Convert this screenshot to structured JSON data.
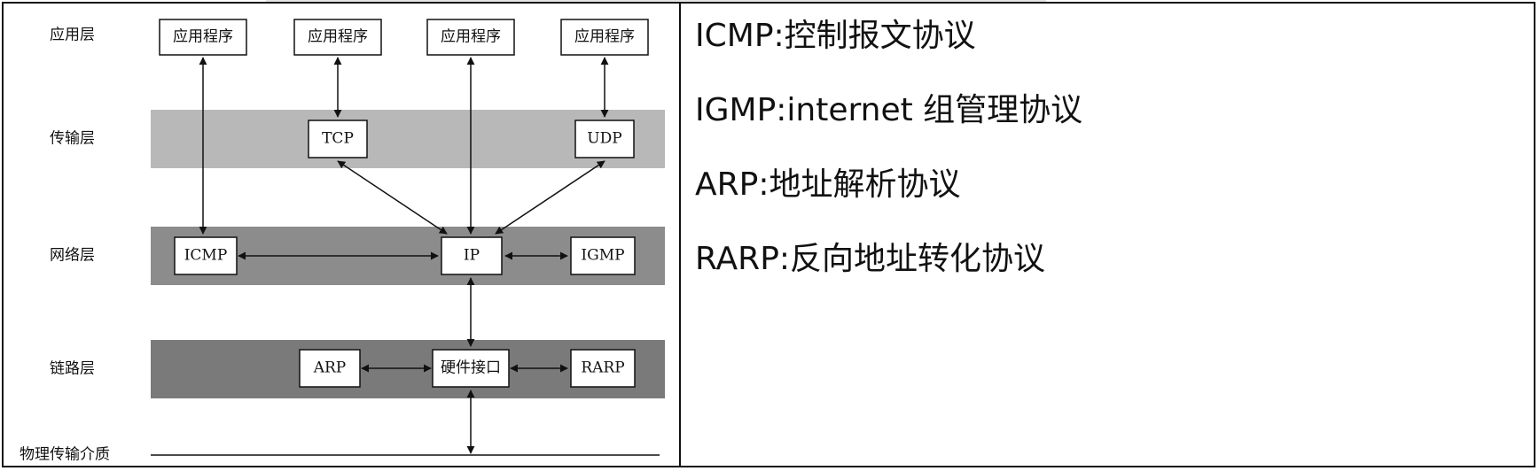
{
  "diagram": {
    "layers": {
      "application": "应用层",
      "transport": "传输层",
      "network": "网络层",
      "link": "链路层",
      "physical": "物理传输介质"
    },
    "boxes": {
      "app1": "应用程序",
      "app2": "应用程序",
      "app3": "应用程序",
      "app4": "应用程序",
      "tcp": "TCP",
      "udp": "UDP",
      "icmp": "ICMP",
      "ip": "IP",
      "igmp": "IGMP",
      "arp": "ARP",
      "hw": "硬件接口",
      "rarp": "RARP"
    },
    "colors": {
      "transport_band": "#b8b8b8",
      "network_band": "#8c8c8c",
      "link_band": "#7a7a7a",
      "line": "#111111",
      "box_fill": "#ffffff"
    }
  },
  "notes": [
    "ICMP:控制报文协议",
    "IGMP:internet 组管理协议",
    "ARP:地址解析协议",
    "RARP:反向地址转化协议"
  ]
}
